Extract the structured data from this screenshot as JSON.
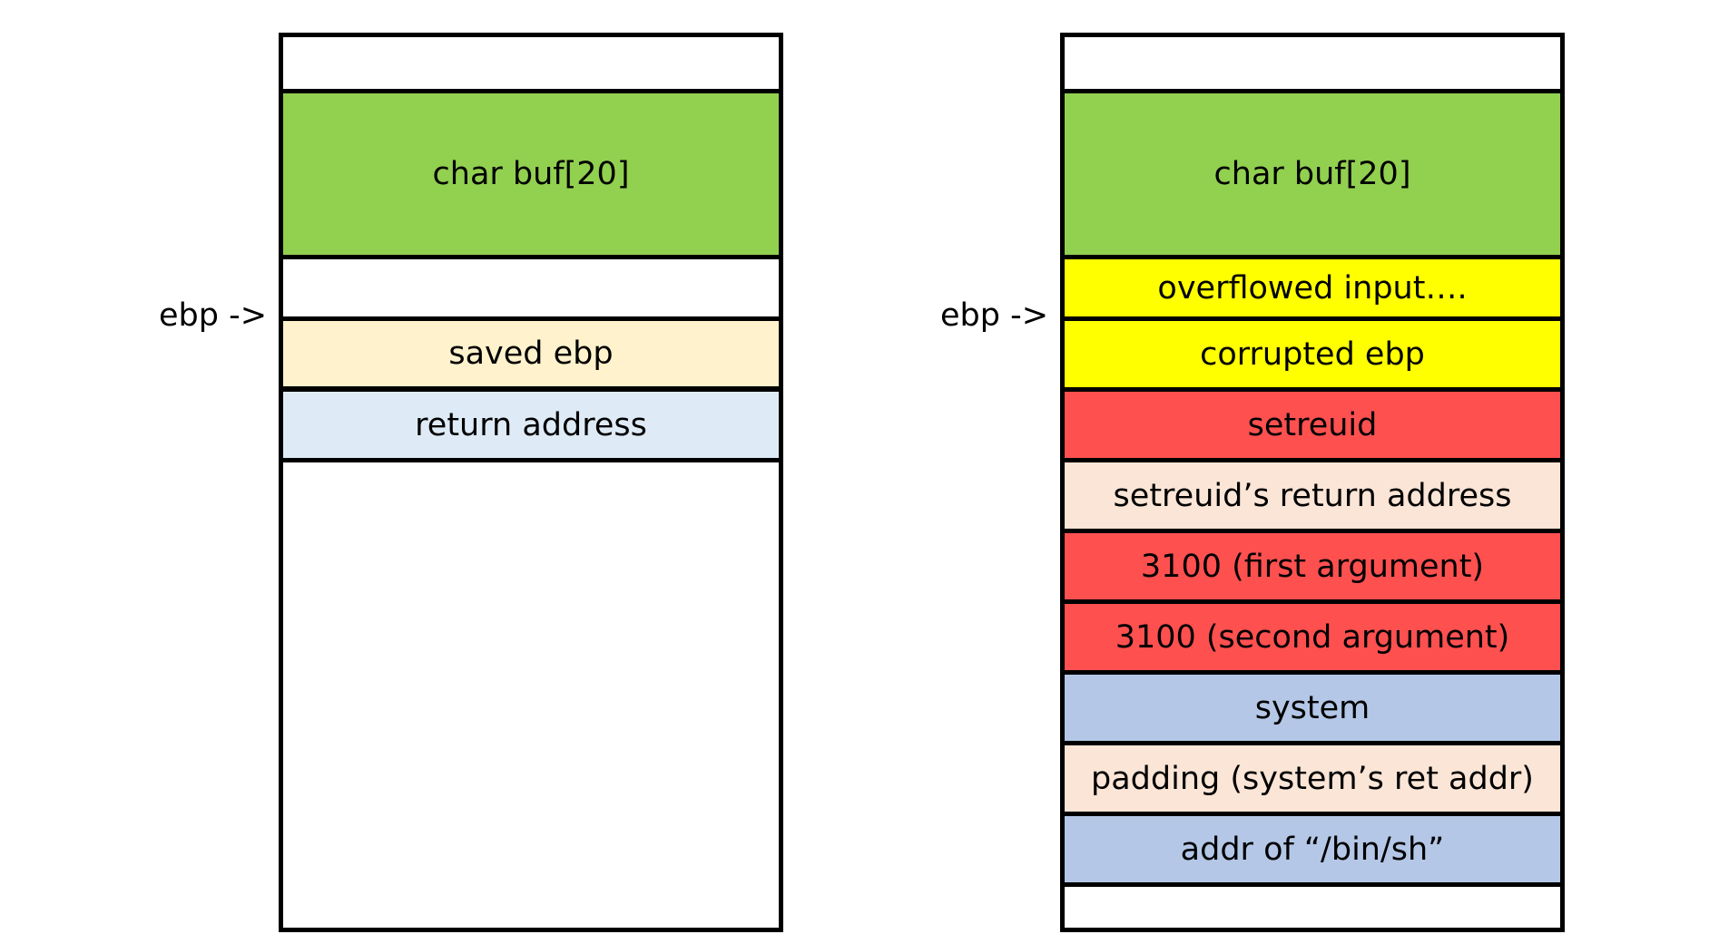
{
  "ebp_label": "ebp ->",
  "colors": {
    "green": "#92d050",
    "yellow": "#ffff00",
    "red": "#ff5050",
    "blue": "#b4c7e7",
    "peach": "#fbe5d6",
    "cream": "#fff2cc",
    "light_blue": "#deebf7"
  },
  "left_stack": {
    "cells": [
      {
        "label": "char buf[20]"
      },
      {
        "label": "saved ebp"
      },
      {
        "label": "return address"
      }
    ]
  },
  "right_stack": {
    "cells": [
      {
        "label": "char buf[20]"
      },
      {
        "label": "overflowed input…."
      },
      {
        "label": "corrupted ebp"
      },
      {
        "label": "setreuid"
      },
      {
        "label": "setreuid’s return address"
      },
      {
        "label": "3100 (first argument)"
      },
      {
        "label": "3100 (second argument)"
      },
      {
        "label": "system"
      },
      {
        "label": "padding (system’s ret addr)"
      },
      {
        "label": "addr of “/bin/sh”"
      }
    ]
  }
}
